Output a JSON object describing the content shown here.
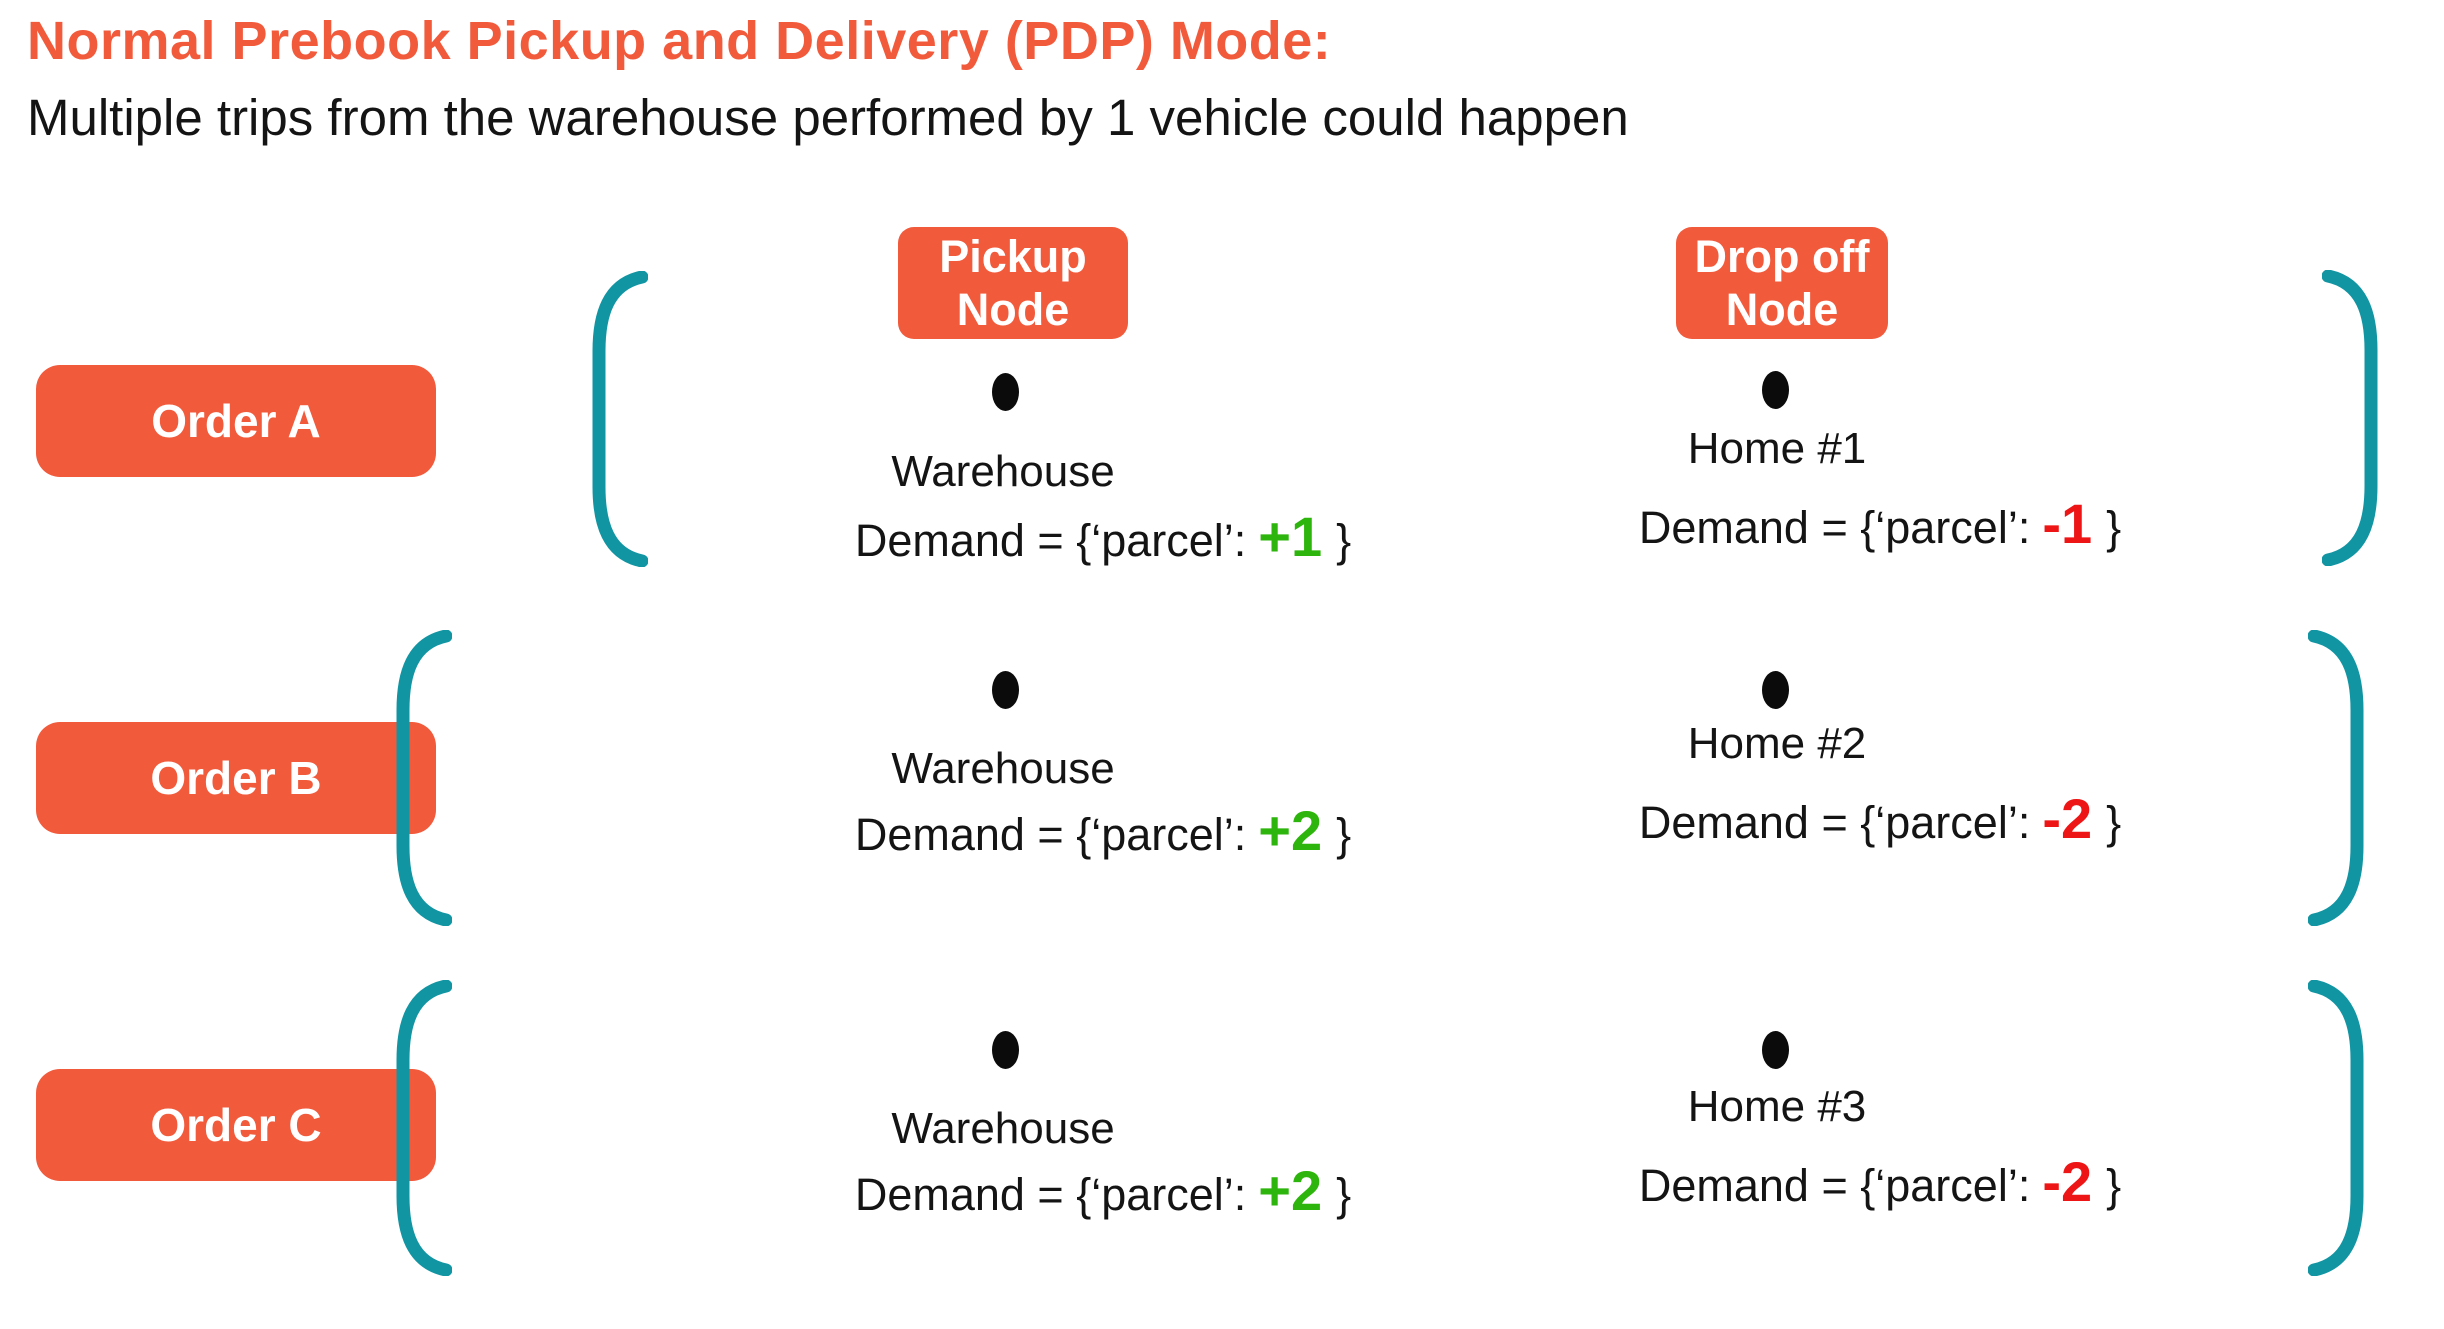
{
  "header": {
    "title": "Normal Prebook Pickup and Delivery (PDP) Mode:",
    "subtitle": "Multiple trips from the warehouse performed by 1 vehicle could happen"
  },
  "column_headers": {
    "pickup": {
      "line1": "Pickup",
      "line2": "Node"
    },
    "dropoff": {
      "line1": "Drop off",
      "line2": "Node"
    }
  },
  "demand_template": {
    "prefix": "Demand = {‘parcel’:",
    "suffix": "}"
  },
  "orders": [
    {
      "label": "Order A",
      "pickup_name": "Warehouse",
      "pickup_demand": "+1",
      "dropoff_name": "Home #1",
      "dropoff_demand": "-1"
    },
    {
      "label": "Order B",
      "pickup_name": "Warehouse",
      "pickup_demand": "+2",
      "dropoff_name": "Home #2",
      "dropoff_demand": "-2"
    },
    {
      "label": "Order C",
      "pickup_name": "Warehouse",
      "pickup_demand": "+2",
      "dropoff_name": "Home #3",
      "dropoff_demand": "-2"
    }
  ],
  "colors": {
    "accent_orange": "#F25A3C",
    "bracket_teal": "#1295A3",
    "positive_green": "#2EB50D",
    "negative_red": "#ED1515",
    "text_black": "#141414"
  }
}
